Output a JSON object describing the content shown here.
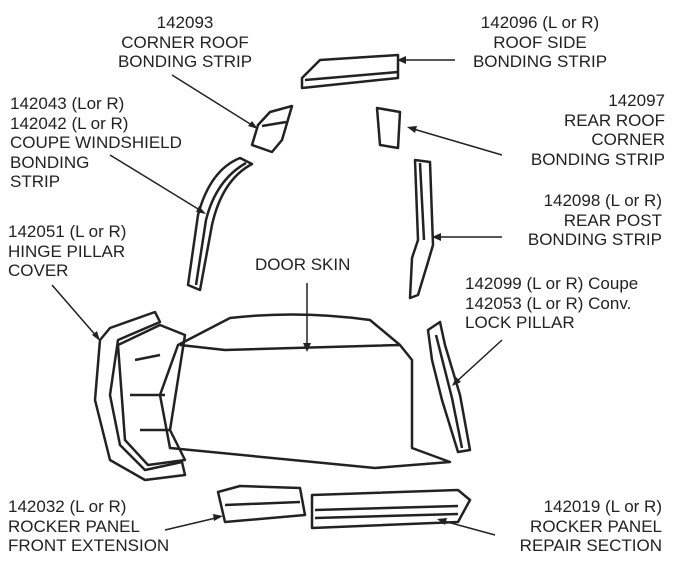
{
  "labels": {
    "corner_roof": [
      "142093",
      "CORNER ROOF",
      "BONDING STRIP"
    ],
    "roof_side": [
      "142096  (L or R)",
      "ROOF SIDE",
      "BONDING STRIP"
    ],
    "windshield": [
      "142043 (Lor R)",
      "142042 (L or R)",
      "COUPE WINDSHIELD",
      "BONDING",
      "STRIP"
    ],
    "rear_roof_corner": [
      "142097",
      "REAR ROOF",
      "CORNER",
      "BONDING STRIP"
    ],
    "rear_post": [
      "142098  (L or R)",
      "REAR POST",
      "BONDING STRIP"
    ],
    "hinge_pillar": [
      "142051  (L or R)",
      "HINGE PILLAR",
      "COVER"
    ],
    "door_skin": [
      "DOOR SKIN"
    ],
    "lock_pillar": [
      "142099  (L or R) Coupe",
      "142053  (L or R) Conv.",
      "LOCK PILLAR"
    ],
    "rocker_front": [
      "142032  (L or R)",
      "ROCKER PANEL",
      "FRONT EXTENSION"
    ],
    "rocker_repair": [
      "142019  (L or R)",
      "ROCKER PANEL",
      "REPAIR SECTION"
    ]
  },
  "colors": {
    "ink": "#222222",
    "background": "#ffffff"
  }
}
